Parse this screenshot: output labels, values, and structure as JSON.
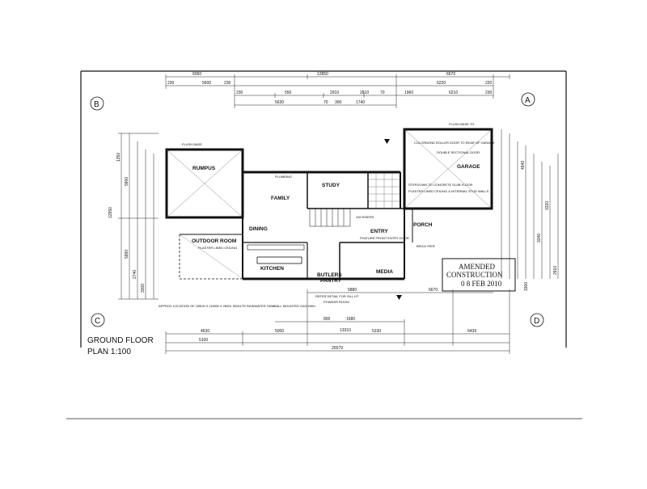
{
  "stamp": {
    "line1": "AMENDED",
    "line2": "CONSTRUCTION",
    "date": "0 8 FEB 2010"
  },
  "title": {
    "line1": "GROUND FLOOR",
    "line2": "PLAN 1:100"
  },
  "grid_markers": {
    "a": "A",
    "b": "B",
    "c": "C",
    "d": "D"
  },
  "rooms": {
    "rumpus": "RUMPUS",
    "family": "FAMILY",
    "study": "STUDY",
    "garage": "GARAGE",
    "dining": "DINING",
    "outdoor": "OUTDOOR ROOM",
    "kitchen": "KITCHEN",
    "entry": "ENTRY",
    "porch": "PORCH",
    "butlers": "BUTLERS",
    "pantry": "PANTRY",
    "media": "MEDIA"
  },
  "top_dimensions": {
    "d_6060": "6060",
    "d_12850": "12850",
    "d_6670": "6670",
    "d_230a": "230",
    "d_5600": "5600",
    "d_230b": "230",
    "d_6220": "6220",
    "d_220": "220",
    "d_230c": "230",
    "d_550": "550",
    "d_2910": "2910",
    "d_2810": "2810",
    "d_70": "70",
    "d_1960": "1960",
    "d_6210": "6210",
    "d_230d": "230",
    "d_5630": "5630",
    "d_70b": "70",
    "d_300": "300",
    "d_1740": "1740"
  },
  "bottom_dimensions": {
    "d_5880": "5880",
    "d_6670b": "6670",
    "d_3300": "3300",
    "d_800": "800",
    "d_1680": "1680",
    "d_13310": "13310",
    "d_4630": "4630",
    "d_5000": "5000",
    "d_5230": "5230",
    "d_6439": "6439",
    "d_5100": "5100",
    "d_25579": "25579"
  },
  "left_dimensions": {
    "d_1350": "1350",
    "d_5900": "5900",
    "d_12950": "12950",
    "d_5990": "5990",
    "d_2740": "2740",
    "d_3300": "3300"
  },
  "right_dimensions": {
    "d_4940": "4940",
    "d_3340": "3340",
    "d_3320": "3320",
    "d_2910": "2910"
  },
  "notes": {
    "flush_base_left": "FLUSH BASE",
    "flush_base_right": "FLUSH BASE TO",
    "plumbing": "PLUMBING",
    "roller_door": "COLORBOND ROLLER DOOR TO REAR OF GARAGE",
    "double_sectional": "DOUBLE SECTIONAL DOOR",
    "step_concrete": "STEPDOWN TO CONCRETE SLAB FLOOR",
    "plaster_ceiling": "PLASTER LINED CEILING & INTERNAL STUD WALLS",
    "outdoor_plaster": "PLASTER LINED CEILING",
    "stairs": "2x5 RISERS",
    "feature_front": "FEATURE FRONT ENTRY DOOR",
    "brick_pier": "BRICK PIER",
    "approx_location": "APPROX LOCATION OF 1550H X 1150W X 2600L 5000LTR RAINWATER TANK",
    "wall_mounted": "WALL MOUNTED GAS HWU",
    "step_refer": "REFER DETAIL FOR SILL HT",
    "powder_room": "POWDER ROOM"
  }
}
